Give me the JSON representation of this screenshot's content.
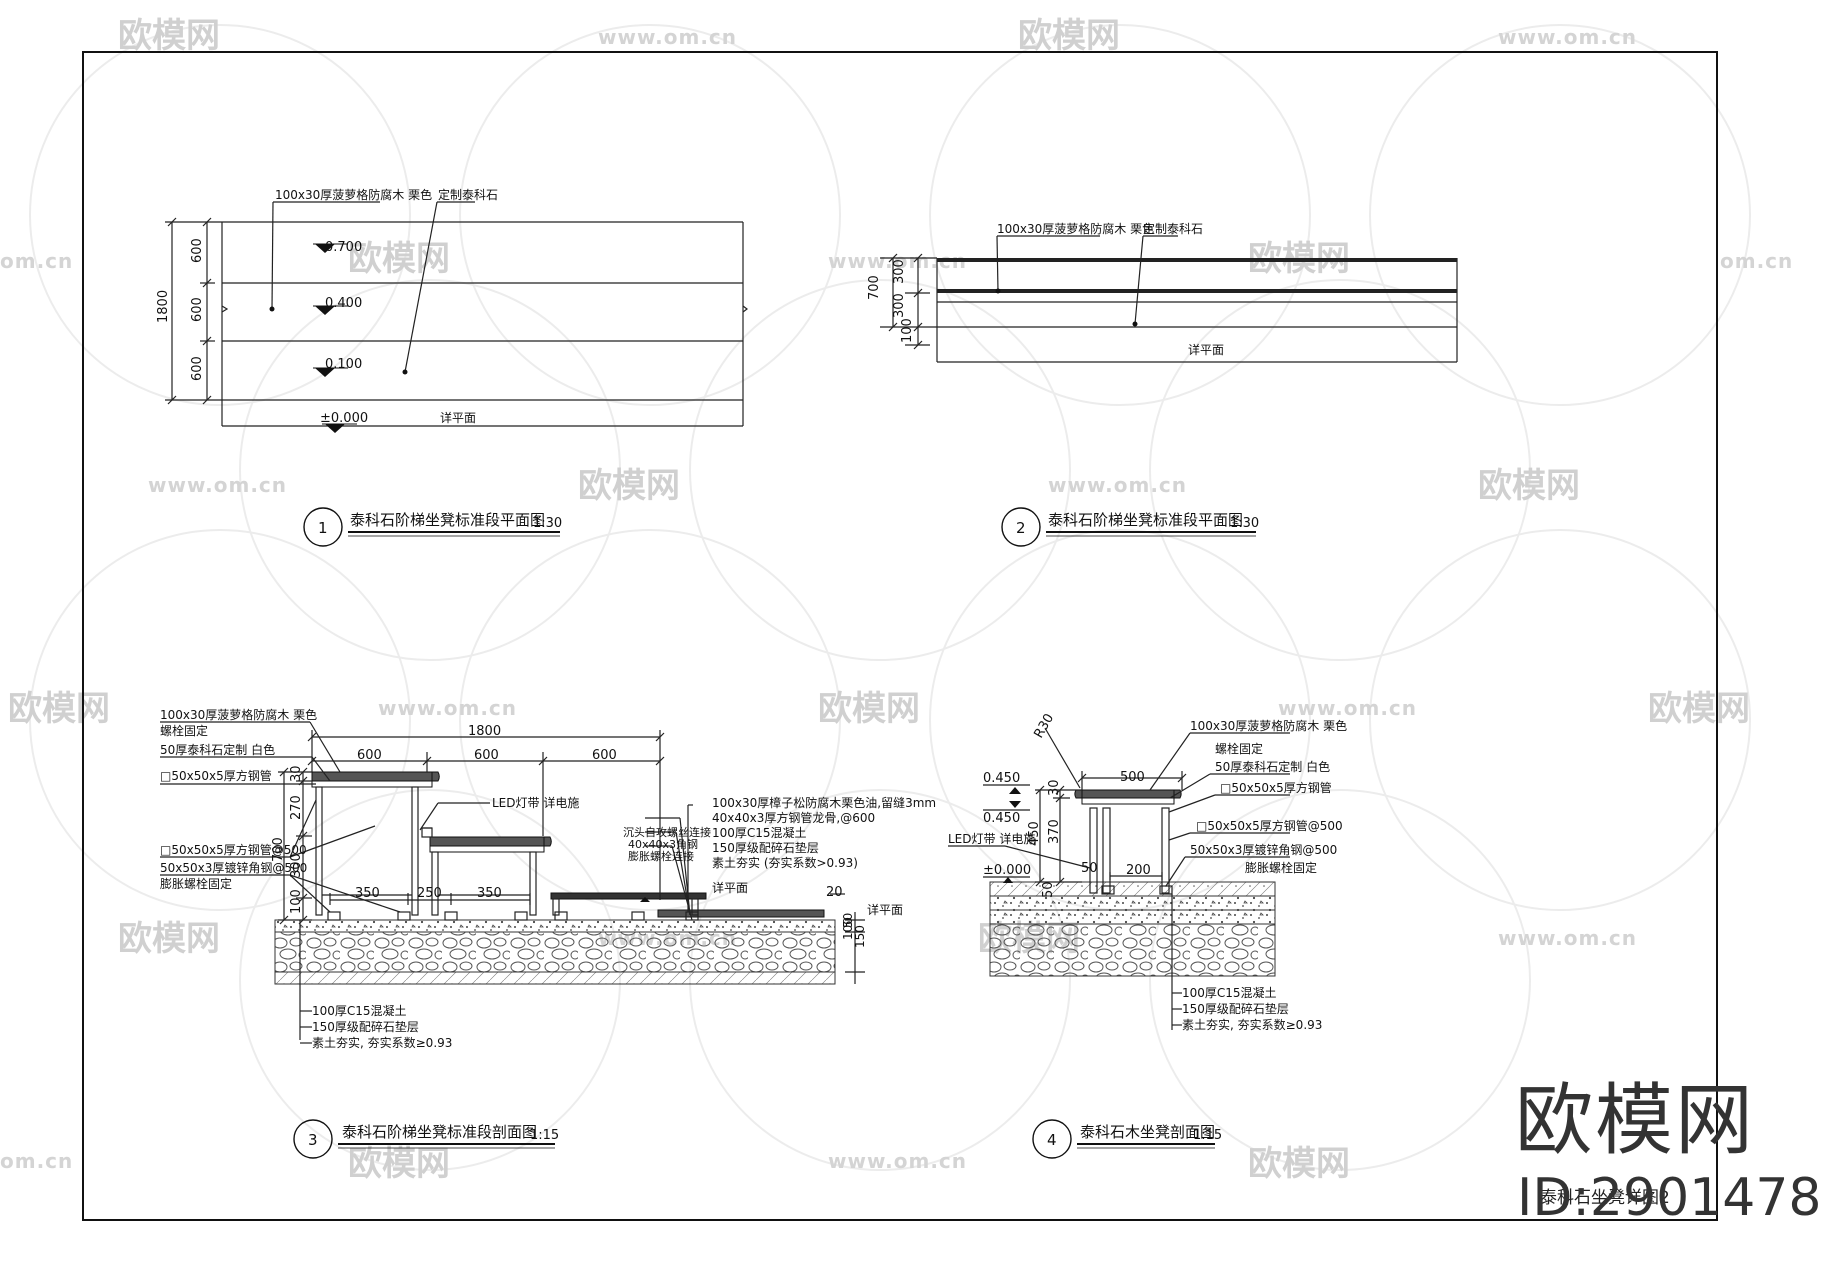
{
  "watermark": {
    "brand": "欧模网",
    "url": "www.om.cn",
    "url_short": "om.cn"
  },
  "view1": {
    "number": "1",
    "title": "泰科石阶梯坐凳标准段平面图",
    "scale": "1:30",
    "label_wood": "100x30厚菠萝格防腐木  栗色",
    "label_stone": "定制泰科石",
    "dim_total": "1800",
    "dim_a": "600",
    "dim_b": "600",
    "dim_c": "600",
    "lvl_top": "0.700",
    "lvl_mid": "0.400",
    "lvl_low": "0.100",
    "lvl_base": "±0.000",
    "label_ground": "详平面"
  },
  "view2": {
    "number": "2",
    "title": "泰科石阶梯坐凳标准段平面图",
    "scale": "1:30",
    "label_wood": "100x30厚菠萝格防腐木  栗色",
    "label_stone": "定制泰科石",
    "dim_total": "700",
    "dim_a": "300",
    "dim_b": "300",
    "dim_c": "100",
    "label_ground": "详平面"
  },
  "view3": {
    "number": "3",
    "title": "泰科石阶梯坐凳标准段剖面图",
    "scale": "1:15",
    "l1": "100x30厚菠萝格防腐木  栗色",
    "l1b": "螺栓固定",
    "l2": "50厚泰科石定制  白色",
    "l3": "□50x50x5厚方钢管",
    "l4": "□50x50x5厚方钢管@500",
    "l5": "50x50x3厚镀锌角钢@500",
    "l5b": "膨胀螺栓固定",
    "led": "LED灯带  详电施",
    "r1": "100x30厚樟子松防腐木栗色油,留缝3mm",
    "r2": "40x40x3厚方钢管龙骨,@600",
    "r3": "100厚C15混凝土",
    "r4": "150厚级配碎石垫层",
    "r5": "素土夯实 (夯实系数>0.93)",
    "m1": "沉头自攻螺丝连接",
    "m2": "40x40x3角钢",
    "m3": "膨胀螺栓连接",
    "ground": "详平面",
    "b1": "100厚C15混凝土",
    "b2": "150厚级配碎石垫层",
    "b3": "素土夯实, 夯实系数≥0.93",
    "dim_total": "1800",
    "dim_a": "600",
    "dim_b": "600",
    "dim_c": "600",
    "dim_h1": "30",
    "dim_h2": "270",
    "dim_h3": "300",
    "dim_h4": "100",
    "dim_ht": "700",
    "dim_s1": "350",
    "dim_s2": "250",
    "dim_s3": "350",
    "dim_r": "20",
    "dim_v1": "100",
    "dim_v2": "50",
    "dim_v3": "150"
  },
  "view4": {
    "number": "4",
    "title": "泰科石木坐凳剖面图",
    "scale": "1:15",
    "r1": "100x30厚菠萝格防腐木  栗色",
    "r1b": "螺栓固定",
    "r2": "50厚泰科石定制  白色",
    "r3": "□50x50x5厚方钢管",
    "r4": "□50x50x5厚方钢管@500",
    "r5": "50x50x3厚镀锌角钢@500",
    "r5b": "膨胀螺栓固定",
    "led": "LED灯带  详电施",
    "radius": "R30",
    "lvl1": "0.450",
    "lvl2": "0.450",
    "lvl3": "±0.000",
    "b1": "100厚C15混凝土",
    "b2": "150厚级配碎石垫层",
    "b3": "素土夯实, 夯实系数≥0.93",
    "dim_w": "500",
    "dim_in": "200",
    "dim_h1": "30",
    "dim_h2": "370",
    "dim_ht": "450",
    "dim_h3": "50",
    "dim_h4": "50"
  },
  "footer": {
    "sheet_title": "泰科石坐凳详图2",
    "brand": "欧模网",
    "id": "ID:2901478"
  }
}
